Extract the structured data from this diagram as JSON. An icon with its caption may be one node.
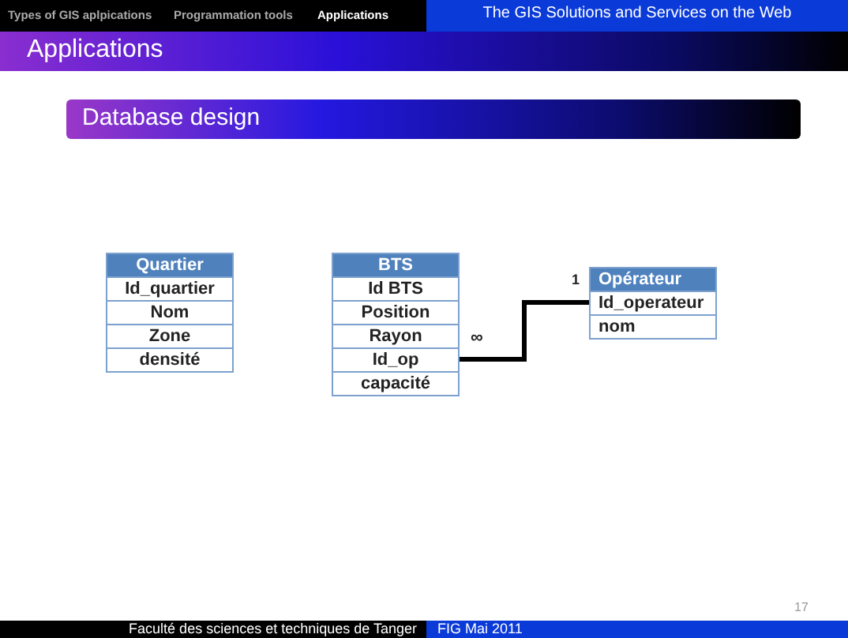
{
  "diagram": {
    "title": "Applications",
    "nodes": [
      {
        "text": [
          "Quartier"
        ]
      },
      {
        "text": [
          "Id_quartier"
        ],
        "in": 0
      },
      {
        "text": [
          "Nom"
        ],
        "in": 0
      },
      {
        "text": [
          "Zone"
        ],
        "in": 0
      },
      {
        "text": [
          "densité"
        ],
        "in": 0
      },
      {
        "text": [
          "BTS"
        ]
      },
      {
        "text": [
          "Id BTS"
        ],
        "in": 5
      },
      {
        "text": [
          "Position"
        ],
        "in": 5
      },
      {
        "text": [
          "Rayon"
        ],
        "in": 5
      },
      {
        "text": [
          "Id_op"
        ],
        "in": 5
      },
      {
        "text": [
          "capacité"
        ],
        "in": 5
      },
      {
        "text": [
          "Opérateur"
        ]
      },
      {
        "text": [
          "Id_operateur"
        ],
        "in": 11
      },
      {
        "text": [
          "nom"
        ],
        "in": 11
      }
    ],
    "edges": [
      {
        "from": 9,
        "to": 12,
        "arrow": "none"
      }
    ],
    "labels": [
      "Types of GIS aplpications",
      "Programmation tools",
      "Applications",
      "The GIS Solutions and Services on the Web",
      "Database design",
      "1",
      "∞",
      "17",
      "Faculté des sciences et techniques de Tanger",
      "FIG Mai 2011"
    ]
  }
}
